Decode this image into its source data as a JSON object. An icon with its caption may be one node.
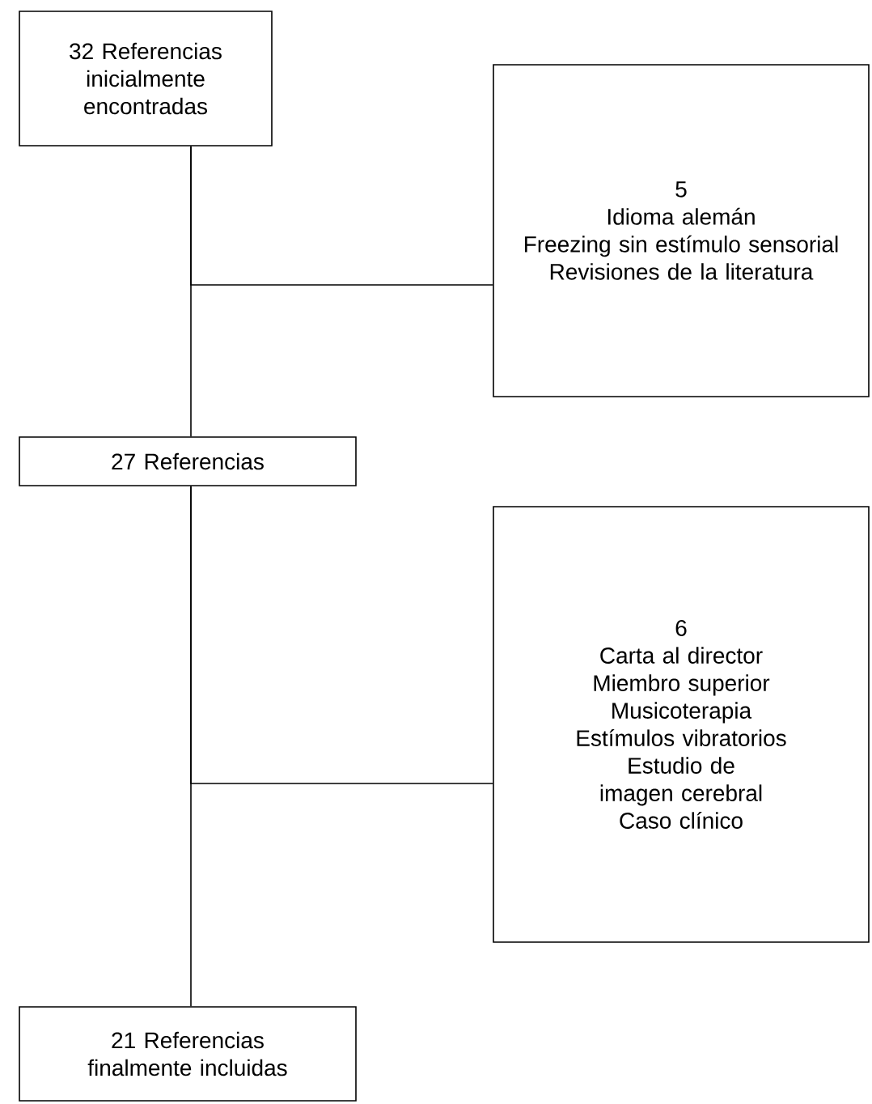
{
  "diagram": {
    "nodes": [
      {
        "text": [
          "32 Referencias inicialmente encontradas"
        ]
      },
      {
        "text": [
          "5",
          "Idioma alemán",
          "Freezing sin estímulo sensorial",
          "Revisiones de la literatura"
        ]
      },
      {
        "text": [
          "27 Referencias"
        ]
      },
      {
        "text": [
          "6",
          "Carta al director",
          "Miembro superior",
          "Musicoterapia",
          "Estímulos vibratorios",
          "Estudio de imagen cerebral",
          "Caso clínico"
        ]
      },
      {
        "text": [
          "21 Referencias finalmente incluidas"
        ]
      }
    ],
    "edges": [
      {
        "from": 0,
        "to": 2,
        "arrow": "none"
      },
      {
        "from": 0,
        "to": 1,
        "arrow": "none"
      },
      {
        "from": 2,
        "to": 4,
        "arrow": "none"
      },
      {
        "from": 2,
        "to": 3,
        "arrow": "none"
      }
    ]
  }
}
